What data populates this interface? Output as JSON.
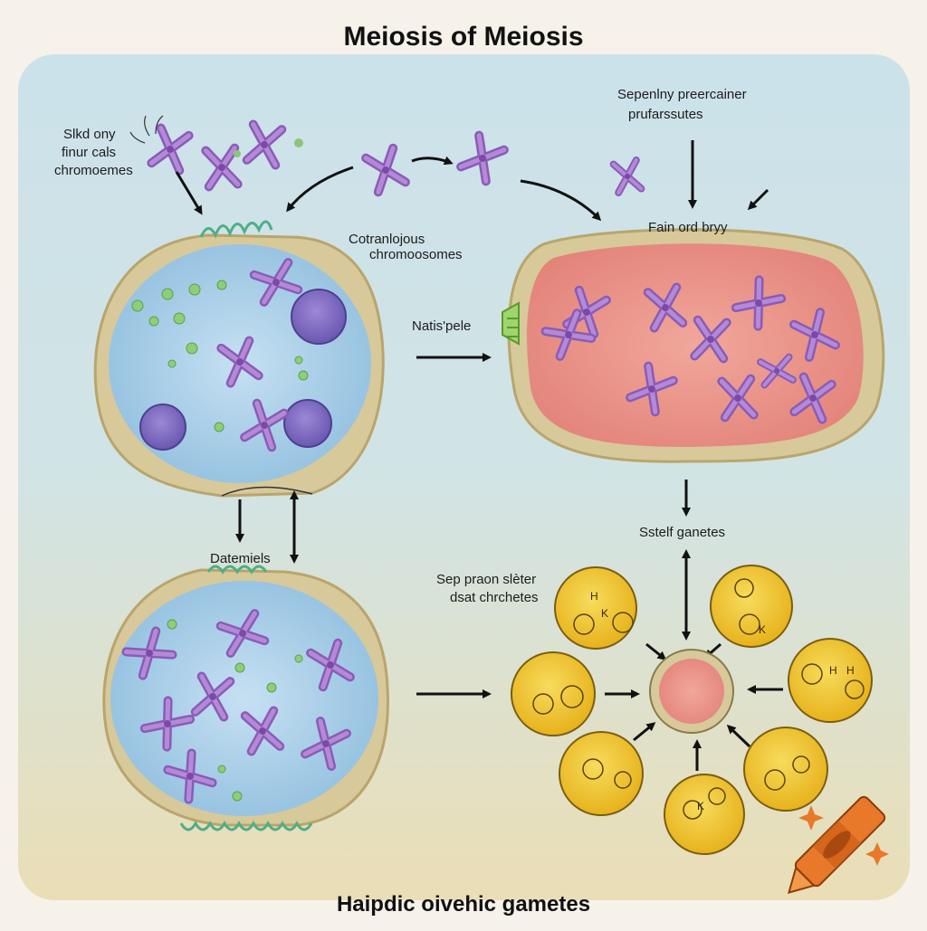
{
  "title": "Meiosis of Meiosis",
  "footer": "Haipdic oivehic gametes",
  "labels": {
    "top_left_1": "Slkd ony",
    "top_left_2": "finur cals",
    "top_left_3": "chromoemes",
    "top_right_1": "Sepenlny preercainer",
    "top_right_2": "prufarssutes",
    "cotranlojous_1": "Cotranlojous",
    "cotranlojous_2": "chromoosomes",
    "natispele": "Natis'pele",
    "fain_ord": "Fain ord bryy",
    "datemiels": "Datemiels",
    "sstelf": "Sstelf ganetes",
    "sep_praon_1": "Sep praon slèter",
    "sep_praon_2": "dsat chrchetes"
  },
  "gamete_marks": [
    "H",
    "K",
    "K",
    "H",
    "H",
    "K"
  ],
  "colors": {
    "cell_blue": "#a9cde6",
    "cell_red": "#e88f86",
    "membrane": "#d7c99a",
    "chromosome": "#9b6ec0",
    "gamete_yellow": "#f0c52e",
    "crayon": "#e8782a"
  }
}
